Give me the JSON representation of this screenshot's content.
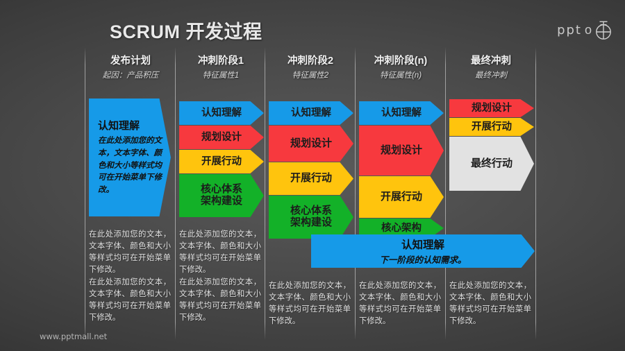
{
  "slide": {
    "title": "SCRUM 开发过程",
    "footer": "www.pptmall.net",
    "logo": {
      "word": "ppt",
      "letter": "o",
      "icon": "circle-cross-icon"
    }
  },
  "colors": {
    "blue": "#169ae8",
    "red": "#f7393e",
    "yellow": "#ffc40d",
    "green": "#13b128",
    "gray": "#e2e2e2",
    "background_dark": "#2a2a2a",
    "background_light": "#5a5a5a",
    "divider": "#bebebe",
    "text_light": "#e9e9e9"
  },
  "columns": [
    {
      "title": "发布计划",
      "subtitle": "起因：产品积压"
    },
    {
      "title": "冲刺阶段1",
      "subtitle": "特征属性1"
    },
    {
      "title": "冲刺阶段2",
      "subtitle": "特征属性2"
    },
    {
      "title": "冲刺阶段(n)",
      "subtitle": "特征属性(n)"
    },
    {
      "title": "最终冲刺",
      "subtitle": "最终冲刺"
    }
  ],
  "release_block": {
    "heading": "认知理解",
    "body": "在此处添加您的文本，文本字体、颜色和大小等样式均可在开始菜单下修改。"
  },
  "stages": {
    "sprint1": [
      {
        "label": "认知理解",
        "color": "blue"
      },
      {
        "label": "规划设计",
        "color": "red"
      },
      {
        "label": "开展行动",
        "color": "yellow"
      },
      {
        "label": "核心体系\n架构建设",
        "color": "green"
      }
    ],
    "sprint2": [
      {
        "label": "认知理解",
        "color": "blue"
      },
      {
        "label": "规划设计",
        "color": "red"
      },
      {
        "label": "开展行动",
        "color": "yellow"
      },
      {
        "label": "核心体系\n架构建设",
        "color": "green"
      }
    ],
    "sprintn": [
      {
        "label": "认知理解",
        "color": "blue"
      },
      {
        "label": "规划设计",
        "color": "red"
      },
      {
        "label": "开展行动",
        "color": "yellow"
      },
      {
        "label": "核心架构",
        "color": "green"
      }
    ],
    "final": [
      {
        "label": "规划设计",
        "color": "red"
      },
      {
        "label": "开展行动",
        "color": "yellow"
      },
      {
        "label": "最终行动",
        "color": "gray"
      }
    ]
  },
  "banner": {
    "heading": "认知理解",
    "subheading": "下一阶段的认知需求。"
  },
  "notes": {
    "paragraph": "在此处添加您的文本，文本字体、颜色和大小等样式均可在开始菜单下修改。",
    "col1_count": 2,
    "col2_count": 2,
    "col3_count": 1,
    "col4_count": 1,
    "col5_count": 1
  }
}
